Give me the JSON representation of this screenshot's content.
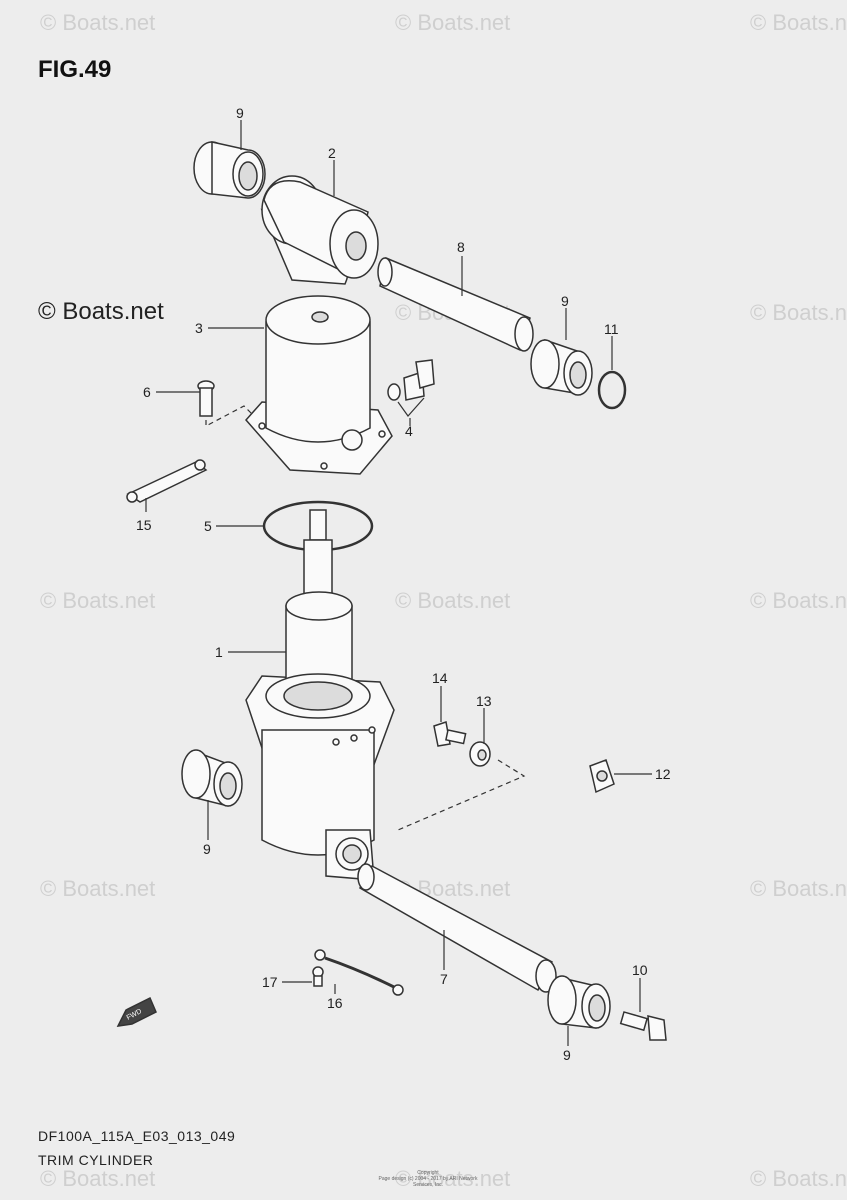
{
  "figure_label": "FIG.49",
  "watermark_main": "© Boats.net",
  "watermark_faint": "© Boats.net",
  "drawing_code": "DF100A_115A_E03_013_049",
  "caption": "TRIM CYLINDER",
  "copyright_line1": "Copyright",
  "copyright_line2": "Page design (c) 2004 - 2017 by ARI Network Services, Inc.",
  "fwd_label": "FWD",
  "callouts": [
    "9",
    "2",
    "8",
    "9",
    "11",
    "3",
    "6",
    "4",
    "15",
    "5",
    "1",
    "14",
    "13",
    "12",
    "9",
    "7",
    "10",
    "17",
    "16",
    "9"
  ]
}
